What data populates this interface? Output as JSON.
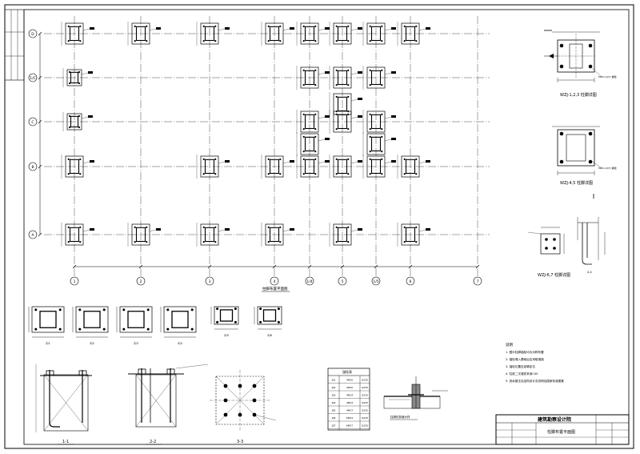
{
  "drawing": {
    "axes_columns": [
      "1",
      "2",
      "3",
      "4",
      "1/4",
      "5",
      "1/5",
      "6",
      "7"
    ],
    "axes_rows": [
      "D",
      "1/C",
      "C",
      "B",
      "A"
    ],
    "plan_title": "柱脚布置平面图",
    "plan_scale": "",
    "details": {
      "d1": {
        "title": "WZJ-1,2,3 柱脚详图",
        "bolt_spec": "M20-C(CT) 螺栓"
      },
      "d2": {
        "title": "WZJ-4,5 柱脚详图",
        "bolt_spec": "M20-C(CT) 螺栓"
      },
      "d3": {
        "title": "WZJ-6,7 柱脚详图",
        "section": "4-4"
      }
    },
    "small_sections": [
      "ZJ1",
      "ZJ2",
      "ZJ3",
      "ZJ4",
      "ZJ5",
      "ZJ6"
    ],
    "cuts": [
      "1-1",
      "2-2",
      "3-3"
    ],
    "notes": {
      "heading": "说明",
      "items": [
        "1. 图中柱脚锚栓均为对称布置",
        "2. 锚栓埋入基础后应采取措施",
        "3. 锚栓位置应准确定位",
        "4. 柱底二次灌浆采用C40",
        "5. 其余做法见结构设计总说明及国家标准图集"
      ]
    },
    "schedule": {
      "title": "锚栓表",
      "rows": [
        [
          "ZJ1",
          "4M20",
          "Q235"
        ],
        [
          "ZJ2",
          "4M20",
          "Q235"
        ],
        [
          "ZJ3",
          "4M24",
          "Q235"
        ],
        [
          "ZJ4",
          "4M24",
          "Q235"
        ],
        [
          "ZJ5",
          "4M27",
          "Q235"
        ],
        [
          "ZJ6",
          "6M24",
          "Q235"
        ],
        [
          "ZJ7",
          "6M27",
          "Q235"
        ]
      ]
    },
    "grout_detail_title": "柱脚抗剪键大样",
    "title_block": {
      "company": "建筑勘察设计院",
      "drawing_name": "柱脚布置平面图"
    }
  }
}
